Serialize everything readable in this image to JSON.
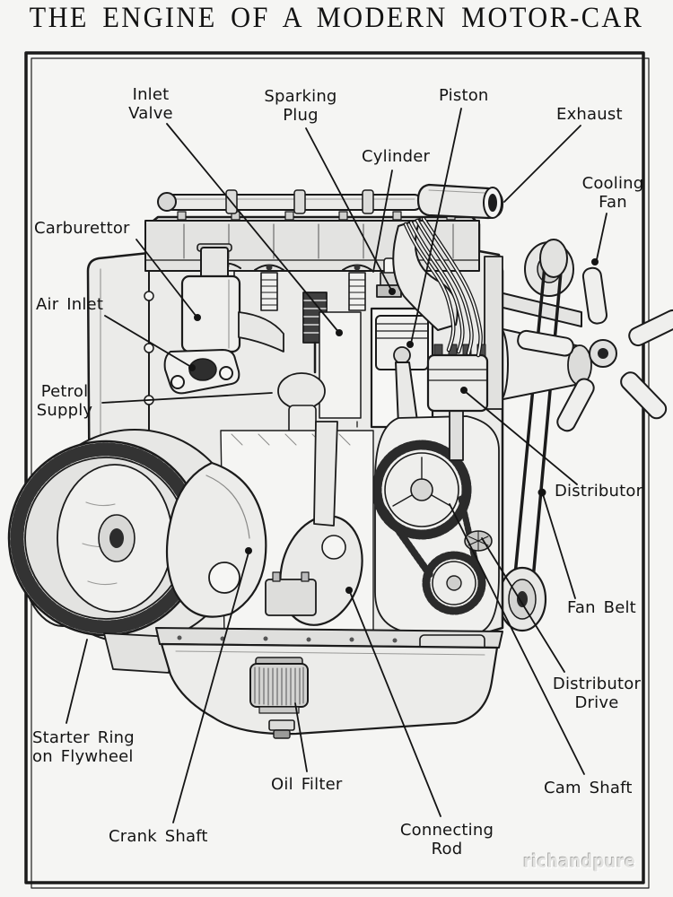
{
  "title": "THE ENGINE OF A MODERN MOTOR-CAR",
  "watermark": "richandpure",
  "colors": {
    "paper": "#f5f5f3",
    "ink": "#1b1b1b",
    "watermark_gray": "#d9d9d9"
  },
  "diagram": {
    "subject": "cutaway illustration of a four-cylinder motor-car engine",
    "labels": [
      {
        "id": "inlet-valve",
        "lines": [
          "Inlet",
          "Valve"
        ]
      },
      {
        "id": "sparking-plug",
        "lines": [
          "Sparking",
          "Plug"
        ]
      },
      {
        "id": "cylinder",
        "lines": [
          "Cylinder"
        ]
      },
      {
        "id": "piston",
        "lines": [
          "Piston"
        ]
      },
      {
        "id": "exhaust",
        "lines": [
          "Exhaust"
        ]
      },
      {
        "id": "cooling-fan",
        "lines": [
          "Cooling",
          "Fan"
        ]
      },
      {
        "id": "carburettor",
        "lines": [
          "Carburettor"
        ]
      },
      {
        "id": "air-inlet",
        "lines": [
          "Air Inlet"
        ]
      },
      {
        "id": "petrol-supply",
        "lines": [
          "Petrol",
          "Supply"
        ]
      },
      {
        "id": "distributor",
        "lines": [
          "Distributor"
        ]
      },
      {
        "id": "fan-belt",
        "lines": [
          "Fan Belt"
        ]
      },
      {
        "id": "distributor-drive",
        "lines": [
          "Distributor",
          "Drive"
        ]
      },
      {
        "id": "starter-ring",
        "lines": [
          "Starter Ring",
          "on Flywheel"
        ]
      },
      {
        "id": "crank-shaft",
        "lines": [
          "Crank Shaft"
        ]
      },
      {
        "id": "oil-filter",
        "lines": [
          "Oil Filter"
        ]
      },
      {
        "id": "connecting-rod",
        "lines": [
          "Connecting",
          "Rod"
        ]
      },
      {
        "id": "cam-shaft",
        "lines": [
          "Cam Shaft"
        ]
      }
    ]
  }
}
